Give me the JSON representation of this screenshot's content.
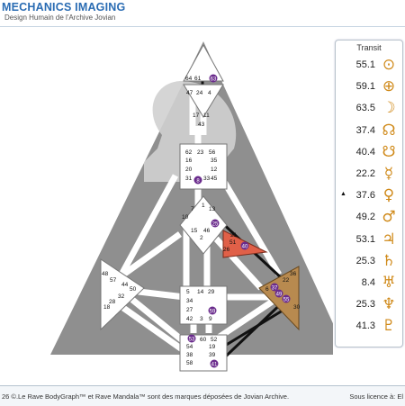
{
  "header": {
    "brand": "MECHANICS IMAGING",
    "subtitle": "Design Humain de l'Archive Jovian"
  },
  "transit": {
    "title": "Transit",
    "rows": [
      {
        "value": "55.1",
        "icon": "sun-glyph",
        "glyph": "⊙",
        "marker": ""
      },
      {
        "value": "59.1",
        "icon": "earth-glyph",
        "glyph": "⊕",
        "marker": ""
      },
      {
        "value": "63.5",
        "icon": "moon-glyph",
        "glyph": "☽",
        "marker": ""
      },
      {
        "value": "37.4",
        "icon": "north-node-glyph",
        "glyph": "☊",
        "marker": ""
      },
      {
        "value": "40.4",
        "icon": "south-node-glyph",
        "glyph": "☋",
        "marker": ""
      },
      {
        "value": "22.2",
        "icon": "mercury-glyph",
        "glyph": "☿",
        "marker": ""
      },
      {
        "value": "37.6",
        "icon": "venus-glyph",
        "glyph": "♀",
        "marker": "▲"
      },
      {
        "value": "49.2",
        "icon": "mars-glyph",
        "glyph": "♂",
        "marker": ""
      },
      {
        "value": "53.1",
        "icon": "jupiter-glyph",
        "glyph": "♃",
        "marker": ""
      },
      {
        "value": "25.3",
        "icon": "saturn-glyph",
        "glyph": "♄",
        "marker": ""
      },
      {
        "value": "8.4",
        "icon": "uranus-glyph",
        "glyph": "♅",
        "marker": ""
      },
      {
        "value": "25.3",
        "icon": "neptune-glyph",
        "glyph": "♆",
        "marker": ""
      },
      {
        "value": "41.3",
        "icon": "pluto-glyph",
        "glyph": "♇",
        "marker": ""
      }
    ]
  },
  "gates": {
    "head": [
      "64",
      "61",
      "63"
    ],
    "ajna": [
      "47",
      "24",
      "4",
      "17",
      "11",
      "43"
    ],
    "throat": [
      "62",
      "23",
      "56",
      "16",
      "35",
      "20",
      "12",
      "31",
      "8",
      "33",
      "45"
    ],
    "g": [
      "1",
      "7",
      "13",
      "10",
      "25",
      "15",
      "46",
      "2"
    ],
    "heart": [
      "21",
      "51",
      "26",
      "40"
    ],
    "spleen": [
      "48",
      "57",
      "44",
      "50",
      "32",
      "28",
      "18"
    ],
    "sacral": [
      "5",
      "14",
      "29",
      "34",
      "27",
      "42",
      "3",
      "9",
      "59"
    ],
    "root": [
      "53",
      "60",
      "52",
      "54",
      "19",
      "38",
      "39",
      "58",
      "41"
    ],
    "solar": [
      "36",
      "22",
      "6",
      "37",
      "49",
      "55",
      "30"
    ]
  },
  "colors": {
    "brand": "#2a6cb3",
    "highlight": "#6a2b8c",
    "heart_fill": "#e06048",
    "solar_fill": "#b88a4f",
    "glyph": "#d08a1a"
  },
  "footer": {
    "left": "26 ©.Le Rave BodyGraph™ et Rave Mandala™ sont des marques déposées de Jovian Archive.",
    "right": "Sous licence à: El"
  }
}
